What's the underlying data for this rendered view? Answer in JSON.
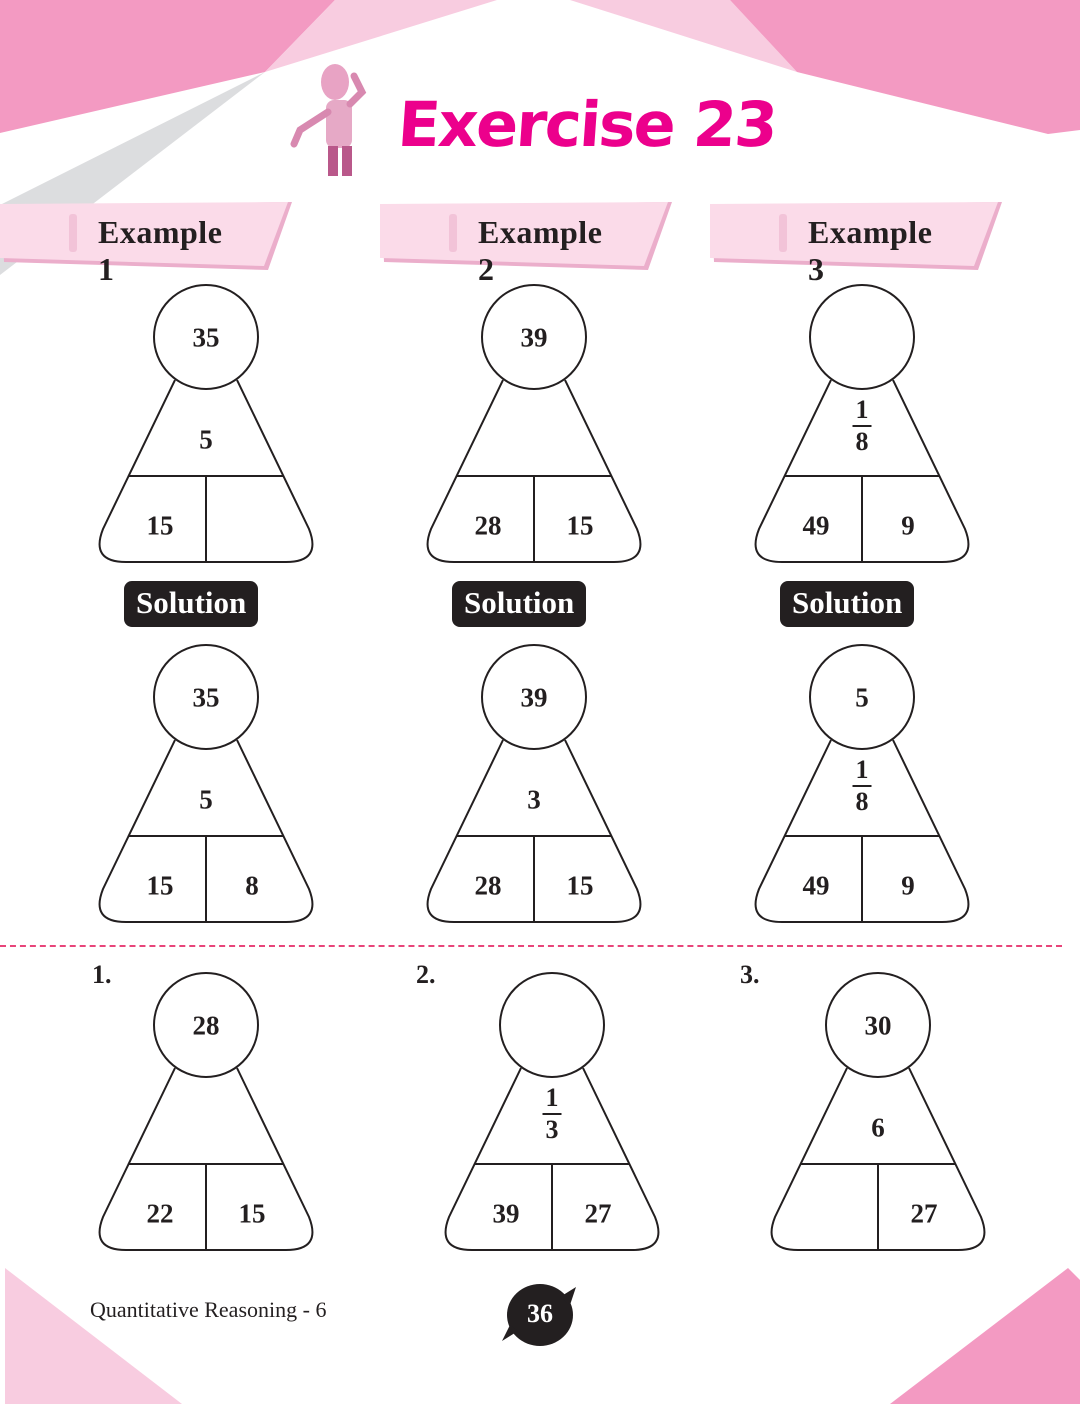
{
  "header": {
    "title": "Exercise 23"
  },
  "examples": [
    {
      "label": "Example 1",
      "question": {
        "top": "35",
        "middle": "5",
        "left": "15",
        "right": ""
      },
      "solution_label": "Solution",
      "solution": {
        "top": "35",
        "middle": "5",
        "left": "15",
        "right": "8"
      }
    },
    {
      "label": "Example 2",
      "question": {
        "top": "39",
        "middle": "",
        "left": "28",
        "right": "15"
      },
      "solution_label": "Solution",
      "solution": {
        "top": "39",
        "middle": "3",
        "left": "28",
        "right": "15"
      }
    },
    {
      "label": "Example 3",
      "question": {
        "top": "",
        "middle_num": "1",
        "middle_den": "8",
        "left": "49",
        "right": "9"
      },
      "solution_label": "Solution",
      "solution": {
        "top": "5",
        "middle_num": "1",
        "middle_den": "8",
        "left": "49",
        "right": "9"
      }
    }
  ],
  "problems": [
    {
      "number": "1.",
      "top": "28",
      "middle": "",
      "left": "22",
      "right": "15"
    },
    {
      "number": "2.",
      "top": "",
      "middle_num": "1",
      "middle_den": "3",
      "left": "39",
      "right": "27"
    },
    {
      "number": "3.",
      "top": "30",
      "middle": "6",
      "left": "",
      "right": "27"
    }
  ],
  "footer": {
    "book": "Quantitative Reasoning - 6",
    "page": "36"
  },
  "colors": {
    "accent": "#ec008c",
    "pink": "#f39ac2",
    "light_pink": "#f8cce0",
    "gray": "#dcdddf"
  }
}
